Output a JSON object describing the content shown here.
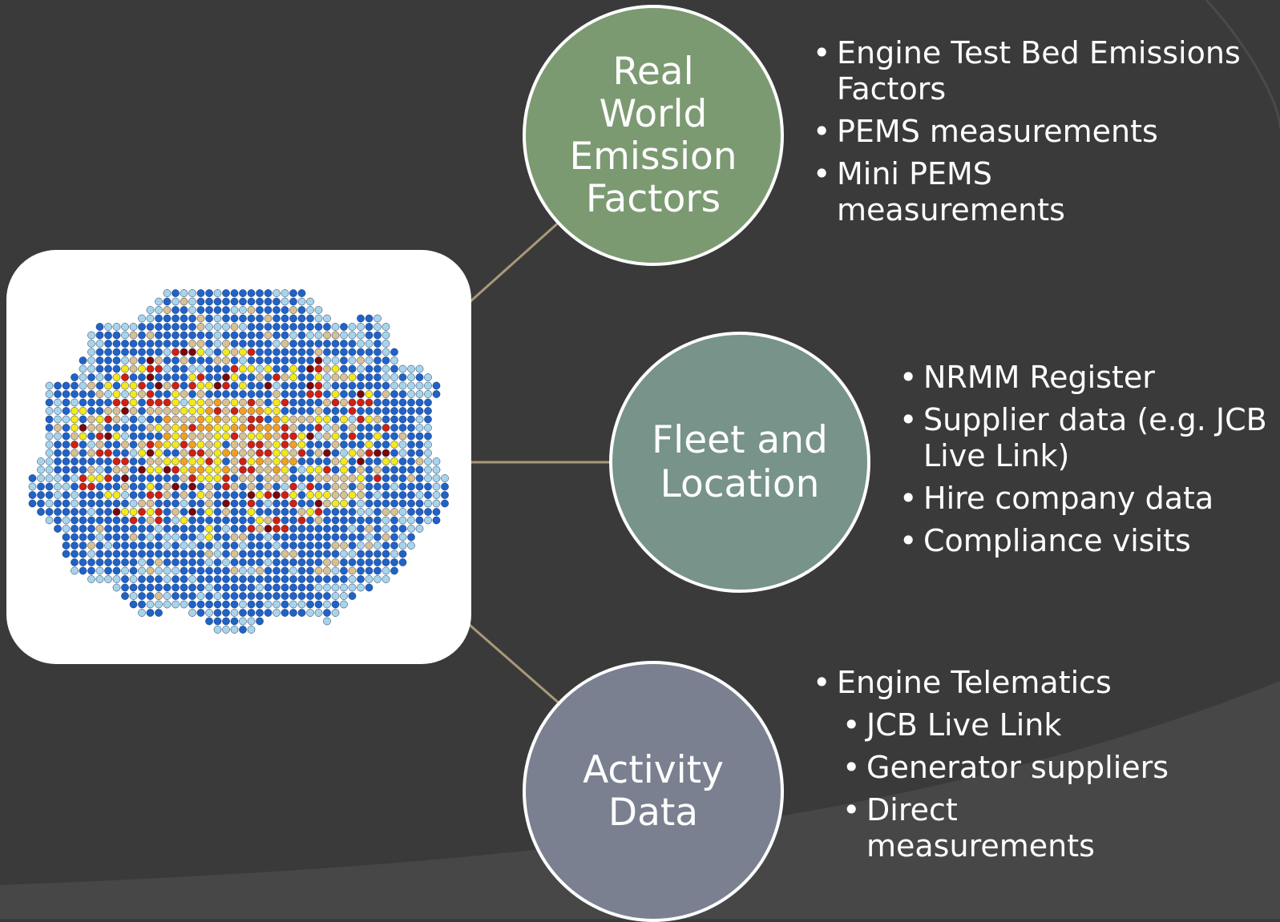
{
  "colors": {
    "background": "#3a3a3a",
    "circle_emission": "#7c9a72",
    "circle_fleet": "#77938a",
    "circle_activity": "#7a8090",
    "connector": "#a89a78",
    "map_blue": "#1f63c8",
    "map_light_blue": "#a8d4ea",
    "map_tan": "#d8c090",
    "map_yellow": "#f2e81c",
    "map_orange": "#f0a020",
    "map_red": "#d02010",
    "map_dark_red": "#7a0808"
  },
  "map_icon": "london-emissions-grid-map",
  "nodes": {
    "emission": {
      "title_lines": [
        "Real",
        "World",
        "Emission",
        "Factors"
      ],
      "bullets": [
        {
          "text": "Engine Test Bed Emissions Factors",
          "level": 1
        },
        {
          "text": "PEMS measurements",
          "level": 1
        },
        {
          "text": "Mini PEMS measurements",
          "level": 1
        }
      ]
    },
    "fleet": {
      "title_lines": [
        "Fleet and",
        "Location"
      ],
      "bullets": [
        {
          "text": "NRMM Register",
          "level": 1
        },
        {
          "text": "Supplier data (e.g. JCB Live Link)",
          "level": 1
        },
        {
          "text": "Hire company data",
          "level": 1
        },
        {
          "text": "Compliance visits",
          "level": 1
        }
      ]
    },
    "activity": {
      "title_lines": [
        "Activity",
        "Data"
      ],
      "bullets": [
        {
          "text": "Engine Telematics",
          "level": 1
        },
        {
          "text": "JCB Live Link",
          "level": 2
        },
        {
          "text": "Generator suppliers",
          "level": 2
        },
        {
          "text": "Direct measurements",
          "level": 2
        }
      ]
    }
  }
}
